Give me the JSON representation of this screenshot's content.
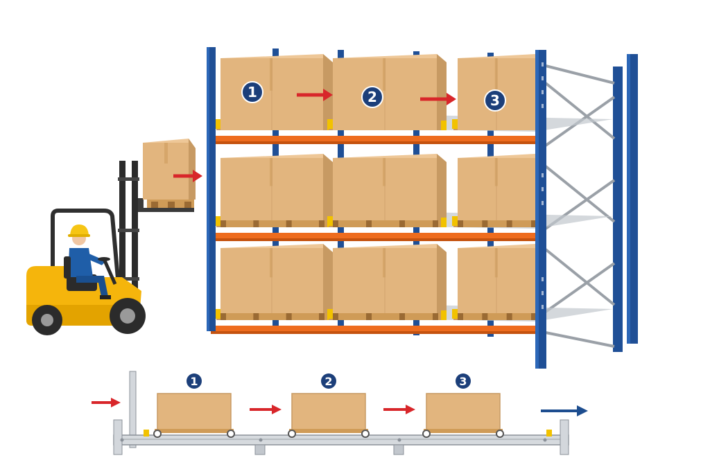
{
  "colors": {
    "upright": "#1f4f96",
    "upright_dark": "#163a73",
    "beam": "#ee6c1e",
    "beam_dark": "#c4520f",
    "rail": "#c2c7cd",
    "rail_dark": "#8b9199",
    "box": "#e2b57e",
    "box_side": "#c79a63",
    "box_top": "#eec797",
    "tape": "#d6a66a",
    "pallet": "#cf9b57",
    "pallet_dark": "#9a6a33",
    "stopper": "#f2c200",
    "arrow_red": "#d8262a",
    "arrow_blue": "#1d4d8f",
    "badge": "#1c3f7a",
    "forklift_yellow": "#f5b50c",
    "forklift_dark": "#2b2b2b",
    "worker_blue": "#1f5ea8",
    "helmet": "#f6c514"
  },
  "rack_positions": [
    {
      "label": "1"
    },
    {
      "label": "2"
    },
    {
      "label": "3"
    }
  ],
  "flow_positions": [
    {
      "label": "1"
    },
    {
      "label": "2"
    },
    {
      "label": "3"
    }
  ],
  "icons": [
    "forklift-icon",
    "worker-icon",
    "flow-arrow-icon",
    "push-back-rail-icon"
  ]
}
